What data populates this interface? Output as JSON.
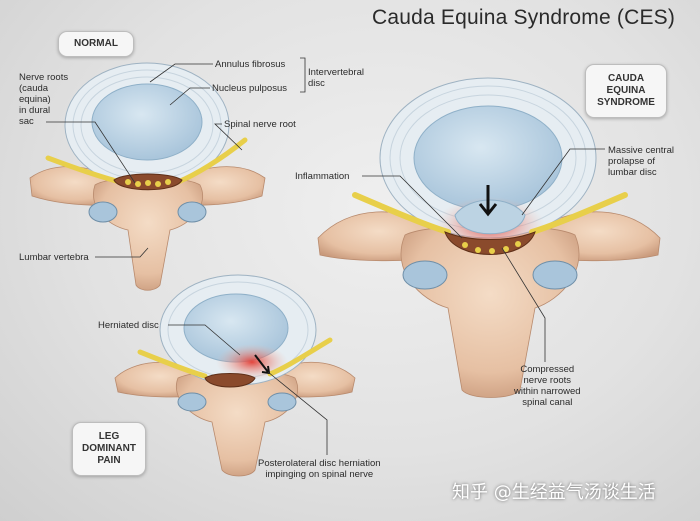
{
  "title": "Cauda Equina Syndrome (CES)",
  "badges": {
    "normal": "NORMAL",
    "ces": "CAUDA\nEQUINA\nSYNDROME",
    "leg": "LEG\nDOMINANT\nPAIN"
  },
  "labels": {
    "nerve_roots": "Nerve roots\n(cauda\nequina)\nin dural\nsac",
    "annulus": "Annulus fibrosus",
    "nucleus": "Nucleus pulposus",
    "intervertebral": "Intervertebral\ndisc",
    "spinal_nerve_root": "Spinal nerve root",
    "lumbar_vertebra": "Lumbar vertebra",
    "inflammation": "Inflammation",
    "massive_prolapse": "Massive central\nprolapse of\nlumbar disc",
    "compressed": "Compressed\nnerve roots\nwithin narrowed\nspinal canal",
    "herniated": "Herniated disc",
    "posterolateral": "Posterolateral disc herniation\nimpinging on spinal nerve"
  },
  "watermark": "知乎 @生经益气汤谈生活",
  "colors": {
    "bone": "#e9c9b0",
    "disc_annulus": "#dfe7ee",
    "nucleus": "#bcd3e3",
    "nerve": "#e8cf4a",
    "inflammation": "#d9403a"
  }
}
